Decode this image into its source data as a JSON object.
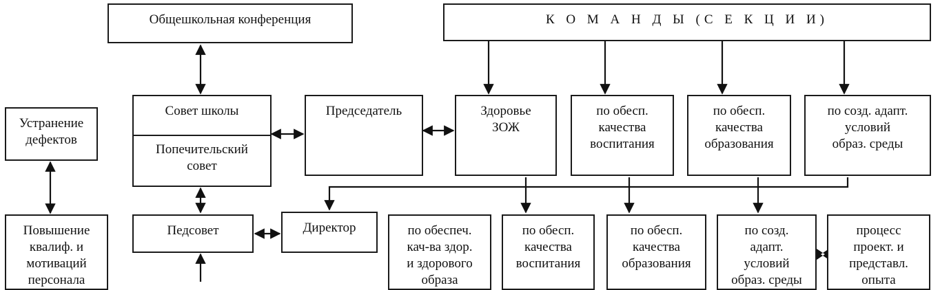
{
  "diagram": {
    "nodes": {
      "conference": "Общешкольная конференция",
      "teams": "К О М А Н Д Ы (С Е К Ц И И)",
      "defects": "Устранение\nдефектов",
      "school_council": "Совет школы",
      "trustees": "Попечительский\nсовет",
      "chairman": "Председатель",
      "health": "Здоровье\nЗОЖ",
      "upbringing_quality": "по обесп.\nкачества\nвоспитания",
      "education_quality": "по обесп.\nкачества\nобразования",
      "adaptive_env": "по созд. адапт.\nусловий\nобраз. среды",
      "qualification": "Повышение\nквалиф. и\nмотиваций\nперсонала",
      "pedsovet": "Педсовет",
      "director": "Директор",
      "health_quality": "по обеспеч.\nкач-ва здор.\nи здорового\nобраза",
      "upbringing_quality_2": "по обесп.\nкачества\nвоспитания",
      "education_quality_2": "по обесп.\nкачества\nобразования",
      "adaptive_conditions": "по созд.\nадапт.\nусловий\nобраз. среды",
      "design_process": "процесс\nпроект. и\nпредставл.\nопыта"
    }
  }
}
